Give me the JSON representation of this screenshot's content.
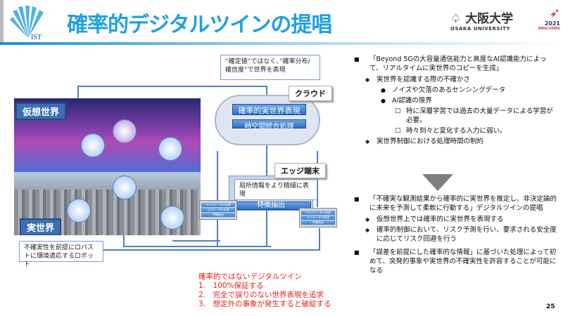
{
  "header": {
    "title": "確率的デジタルツインの提唱",
    "logo_left": "IST",
    "univ_jp": "大阪大学",
    "univ_en": "OSAKA UNIVERSITY",
    "anniv_year": "2021",
    "anniv_sub": "90th/100th"
  },
  "diagram": {
    "virtual_label": "仮想世界",
    "real_label": "実世界",
    "cloud_callout": "“確定値”ではなく、”確率分布/確信度”で世界を表現",
    "cloud_tag": "クラウド",
    "cloud_bar1": "確率的実世界表現",
    "cloud_bar2": "時空間統合処理",
    "edge_tag": "エッジ端末",
    "edge_callout": "局所情報をより精細に表現",
    "edge_bar": "特徴抽出",
    "mini": [
      "マルチモーダル処理",
      "ユニモーダル処理",
      "特徴抽出"
    ],
    "robot_callout": "不確実性を前提にロバストに環境適応するロボット"
  },
  "right": {
    "b1": "「Beyond 5Gの大容量通信能力と高度なAI認識能力によって、リアルタイムに実世界のコピーを生成」",
    "b1a": "実世界を認識する際の不確かさ",
    "b1a1": "ノイズや欠落のあるセンシングデータ",
    "b1a2": "AI認識の限界",
    "b1a2a": "特に深層学習では過去の大量データによる学習が必要。",
    "b1a2b": "時々刻々と変化する入力に弱い。",
    "b1b": "実世界制御における処理時間の制約",
    "b2": "「不確実な観測結果から確率的に実世界を推定し、非決定論的に未来を予測して柔軟に行動する」デジタルツインの提唱",
    "b2a": "仮想世界上では確率的に実世界を表現する",
    "b2b": "確率的制御において、リスク予測を行い、要求される安全度に応じてリスク回避を行う",
    "b3": "「誤差を前提にした確率的な情報」に基づいた処理によって初めて、突発的事象や実世界の不確実性を許容することが可能になる"
  },
  "red": {
    "title": "確率的ではないデジタルツイン",
    "items": [
      "1.　100%保証する",
      "2.　完全で誤りのない世界表現を追求",
      "3.　想定外の事象が発生すると破綻する"
    ]
  },
  "page": "25",
  "colors": {
    "title": "#1fa0e0",
    "accent": "#4d7fc4",
    "warning": "#e8201a"
  }
}
